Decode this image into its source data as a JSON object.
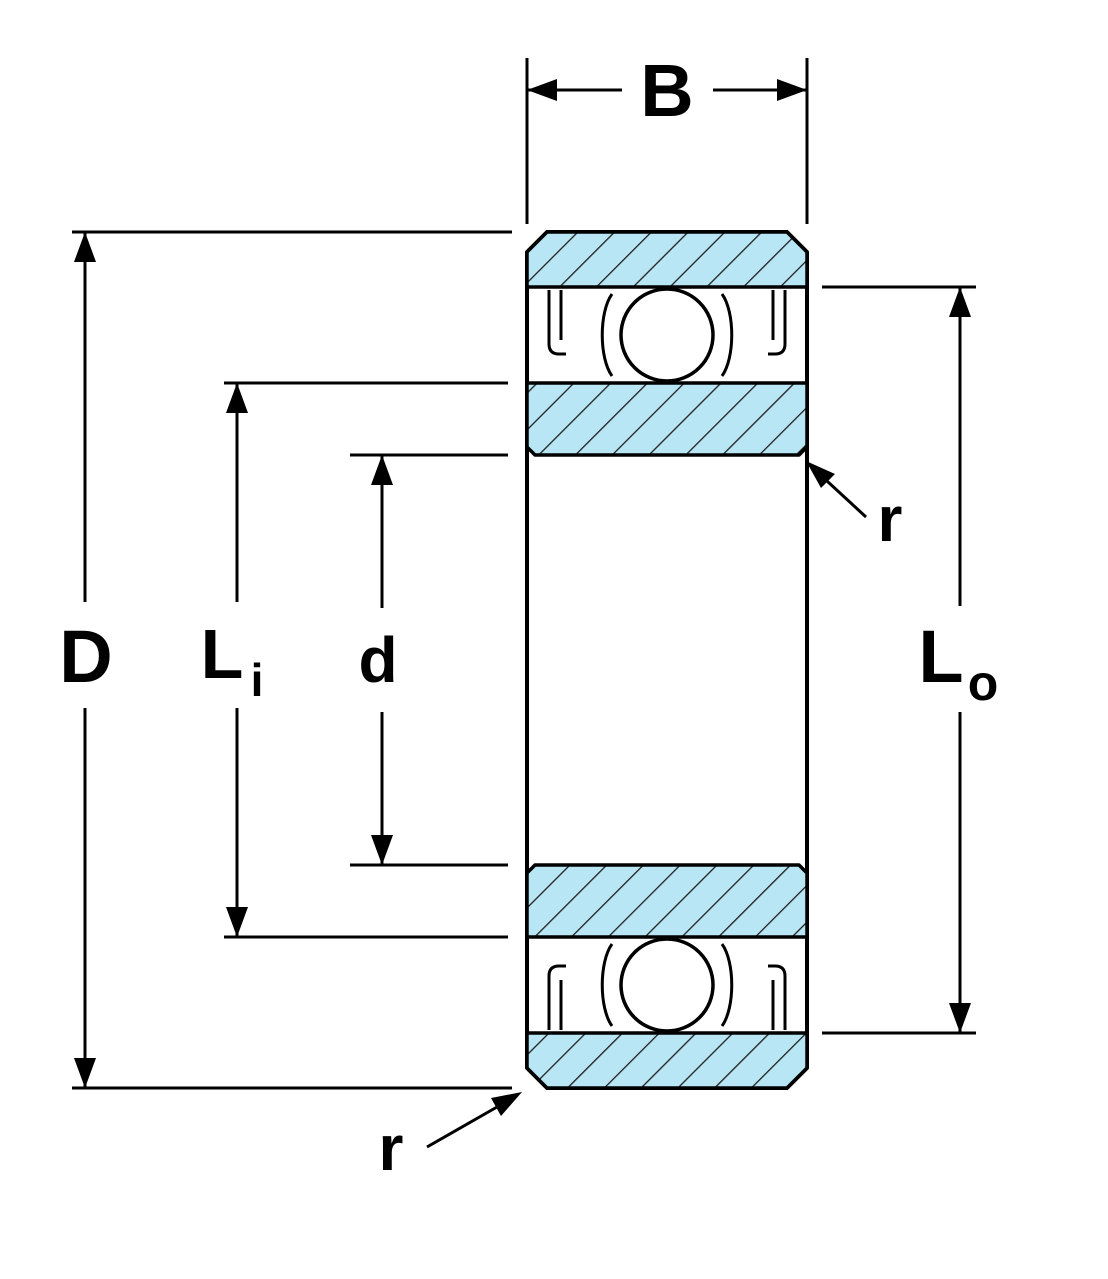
{
  "figure": {
    "name": "Ball bearing cross-section dimension diagram",
    "labels": {
      "width_b": "B",
      "outer_diameter_d": "D",
      "inner_land_main": "L",
      "inner_land_sub": "i",
      "bore_d": "d",
      "outer_land_main": "L",
      "outer_land_sub": "o",
      "radius_top": "r",
      "radius_bottom": "r"
    },
    "colors": {
      "ring_fill": "#b8e6f5",
      "hatch_line": "#1f1f1f",
      "outline": "#000000",
      "background": "#ffffff"
    }
  }
}
